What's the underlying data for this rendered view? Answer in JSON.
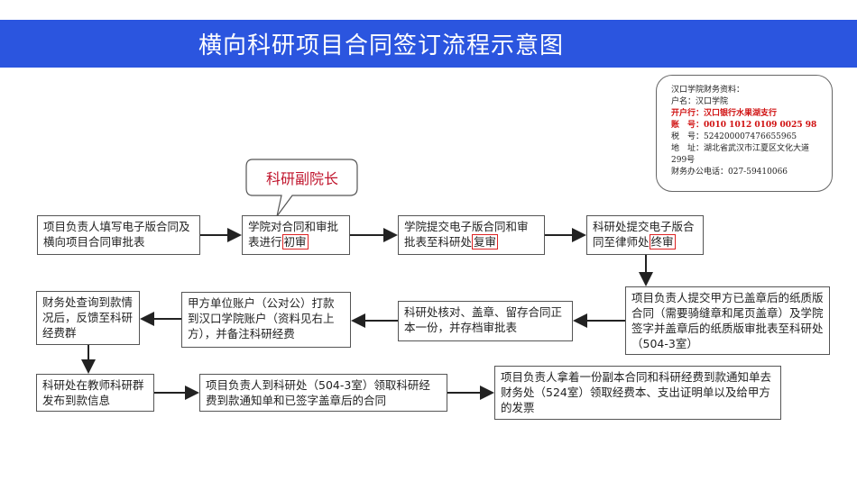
{
  "title": "横向科研项目合同签订流程示意图",
  "callout": "科研副院长",
  "info": {
    "header": "汉口学院财务资料：",
    "account_name": "户名：汉口学院",
    "bank": "开户行：汉口银行水果湖支行",
    "account_no": "账　号：0010 1012 0109 0025 98",
    "tax_no": "税　号：524200007476655965",
    "address": "地　址：湖北省武汉市江夏区文化大道299号",
    "phone": "财务办公电话：027-59410066"
  },
  "steps": {
    "s1": "项目负责人填写电子版合同及横向项目合同审批表",
    "s2_pre": "学院对合同和审批表进行",
    "s2_mark": "初审",
    "s3_pre": "学院提交电子版合同和审批表至科研处",
    "s3_mark": "复审",
    "s4_pre": "科研处提交电子版合同至律师处",
    "s4_mark": "终审",
    "s5": "项目负责人提交甲方已盖章后的纸质版合同（需要骑缝章和尾页盖章）及学院签字并盖章后的纸质版审批表至科研处（504-3室）",
    "s6": "科研处核对、盖章、留存合同正本一份，并存档审批表",
    "s7": "甲方单位账户（公对公）打款到汉口学院账户（资料见右上方），并备注科研经费",
    "s8": "财务处查询到款情况后，反馈至科研经费群",
    "s9": "科研处在教师科研群发布到款信息",
    "s10": "项目负责人到科研处（504-3室）领取科研经费到款通知单和已签字盖章后的合同",
    "s11": "项目负责人拿着一份副本合同和科研经费到款通知单去财务处（524室）领取经费本、支出证明单以及给甲方的发票"
  }
}
